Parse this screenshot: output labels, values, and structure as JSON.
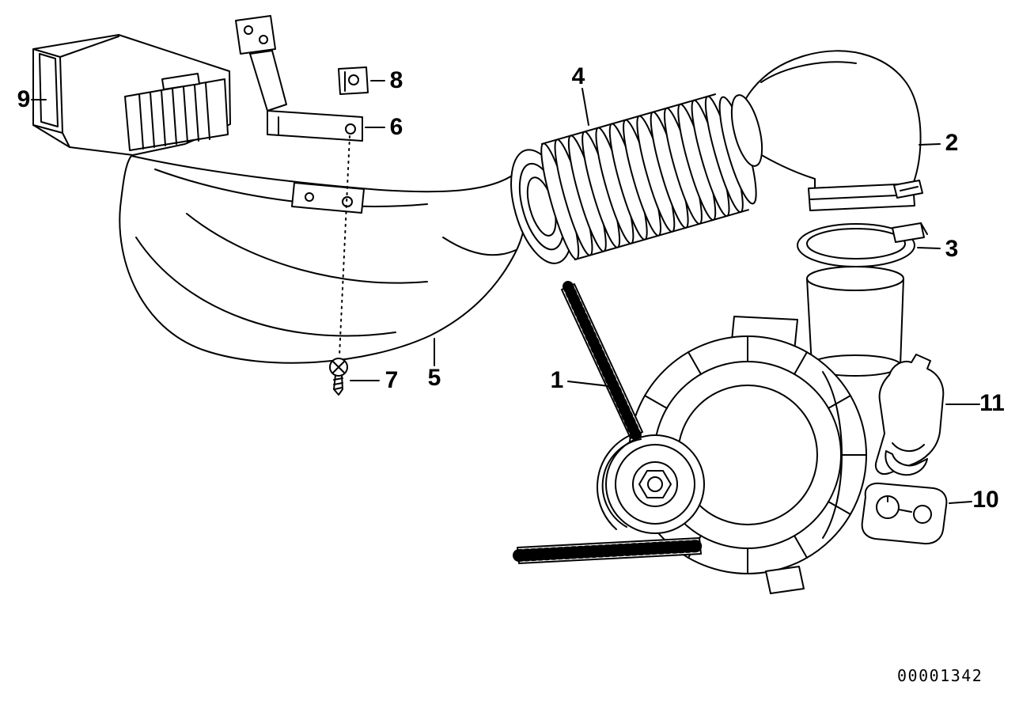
{
  "colors": {
    "ink": "#000000",
    "paper": "#ffffff"
  },
  "diagram": {
    "id_label": "00001342",
    "callouts": [
      {
        "label": "9"
      },
      {
        "label": "8"
      },
      {
        "label": "6"
      },
      {
        "label": "4"
      },
      {
        "label": "2"
      },
      {
        "label": "3"
      },
      {
        "label": "7"
      },
      {
        "label": "5"
      },
      {
        "label": "1"
      },
      {
        "label": "11"
      },
      {
        "label": "10"
      }
    ]
  }
}
